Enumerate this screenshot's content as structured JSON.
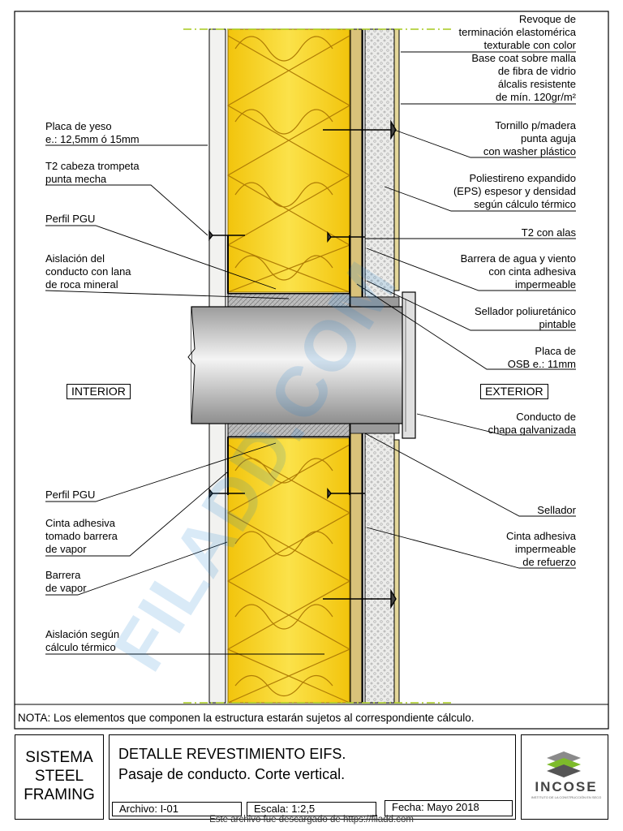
{
  "labels_left": [
    {
      "lines": [
        "Placa de yeso",
        "e.: 12,5mm ó 15mm"
      ]
    },
    {
      "lines": [
        "T2 cabeza trompeta",
        "punta mecha"
      ]
    },
    {
      "lines": [
        "Perfil PGU"
      ]
    },
    {
      "lines": [
        "Aislación del",
        "conducto con lana",
        "de roca mineral"
      ]
    },
    {
      "lines": [
        "Perfil PGU"
      ]
    },
    {
      "lines": [
        "Cinta adhesiva",
        "tomado barrera",
        "de vapor"
      ]
    },
    {
      "lines": [
        "Barrera",
        "de vapor"
      ]
    },
    {
      "lines": [
        "Aislación según",
        "cálculo térmico"
      ]
    }
  ],
  "labels_right": [
    {
      "lines": [
        "Revoque de",
        "terminación elastomérica",
        "texturable con color",
        "Base coat sobre malla",
        "de fibra de vidrio",
        "álcalis resistente",
        "de mín. 120gr/m²"
      ]
    },
    {
      "lines": [
        "Tornillo p/madera",
        "punta aguja",
        "con washer plástico"
      ]
    },
    {
      "lines": [
        "Poliestireno expandido",
        "(EPS) espesor y densidad",
        "según cálculo térmico"
      ]
    },
    {
      "lines": [
        "T2 con alas"
      ]
    },
    {
      "lines": [
        "Barrera de agua y viento",
        "con cinta adhesiva",
        "impermeable"
      ]
    },
    {
      "lines": [
        "Sellador poliuretánico",
        "pintable"
      ]
    },
    {
      "lines": [
        "Placa de",
        "OSB e.: 11mm"
      ]
    },
    {
      "lines": [
        "Conducto de",
        "chapa galvanizada"
      ]
    },
    {
      "lines": [
        "Sellador"
      ]
    },
    {
      "lines": [
        "Cinta adhesiva",
        "impermeable",
        "de refuerzo"
      ]
    }
  ],
  "tags": {
    "interior": "INTERIOR",
    "exterior": "EXTERIOR"
  },
  "note": "NOTA: Los elementos que componen la estructura estarán sujetos al correspondiente cálculo.",
  "title_block": {
    "system": [
      "SISTEMA",
      "STEEL",
      "FRAMING"
    ],
    "title": "DETALLE REVESTIMIENTO EIFS.",
    "subtitle": "Pasaje de conducto. Corte vertical.",
    "archivo": "Archivo: I-01",
    "escala": "Escala: 1:2,5",
    "fecha": "Fecha: Mayo 2018",
    "logo_text": "INCOSE",
    "logo_sub": "INSTITUTO DE LA CONSTRUCCIÓN EN SECO"
  },
  "footer": "Este archivo fue descargado de https://filadd.com",
  "watermark": "FILADD.COM",
  "colors": {
    "insulation": "#f6d31e",
    "insulation_edge": "#c99a06",
    "eps": "#e8e8e4",
    "osb": "#d9c27a",
    "pipe": "#c9c9c9"
  }
}
